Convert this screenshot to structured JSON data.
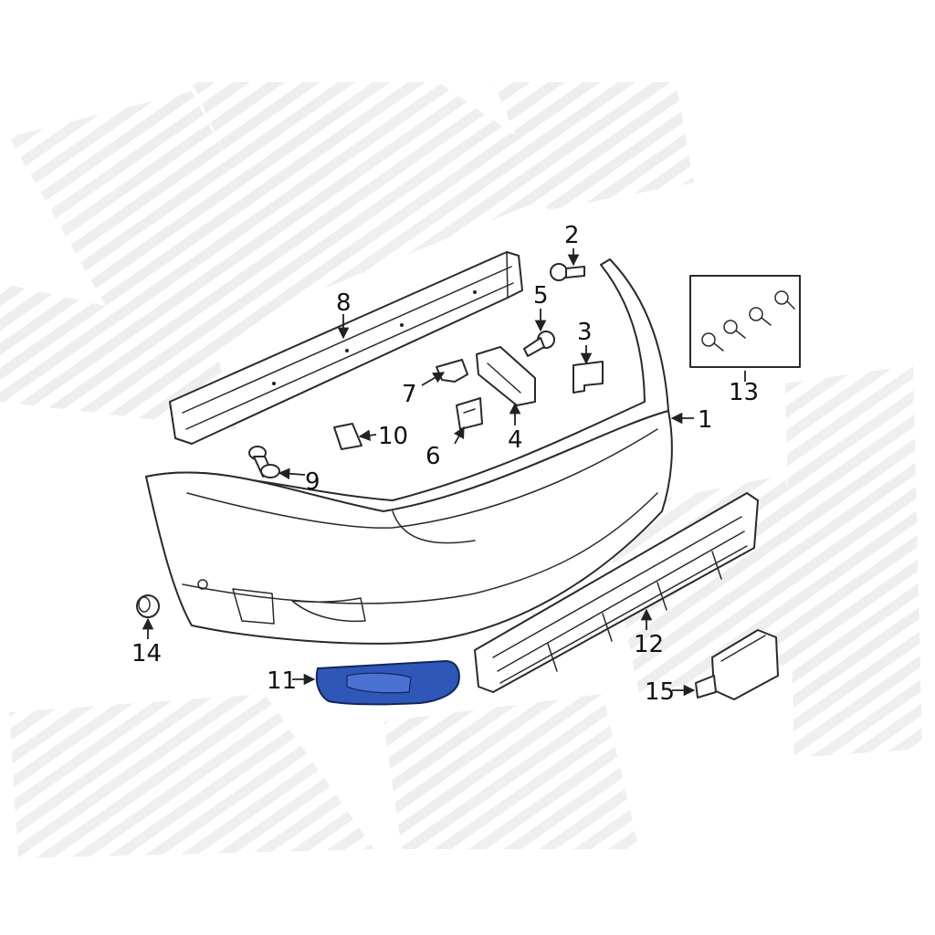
{
  "colors": {
    "highlight": "#2f57b8",
    "line": "#2a2a2a",
    "watermark": "#ececec"
  },
  "callouts": {
    "c1": "1",
    "c2": "2",
    "c3": "3",
    "c4": "4",
    "c5": "5",
    "c6": "6",
    "c7": "7",
    "c8": "8",
    "c9": "9",
    "c10": "10",
    "c11": "11",
    "c12": "12",
    "c13": "13",
    "c14": "14",
    "c15": "15"
  }
}
